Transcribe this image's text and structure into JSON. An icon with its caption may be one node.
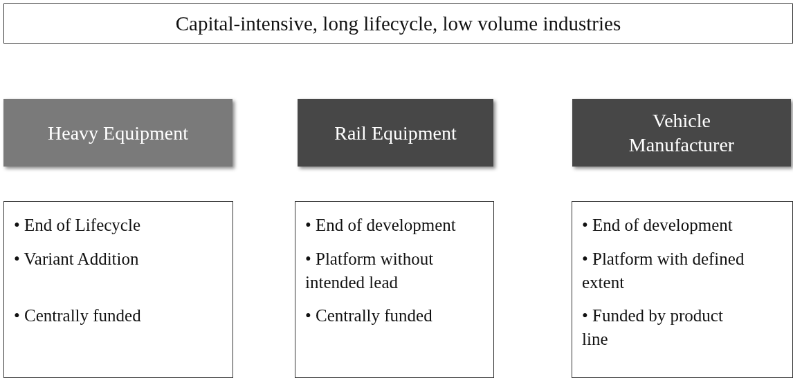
{
  "diagram": {
    "nodes": [
      {
        "text": [
          "Capital-intensive, long lifecycle, low volume industries"
        ]
      },
      {
        "text": [
          "Heavy Equipment"
        ]
      },
      {
        "text": [
          "Rail Equipment"
        ]
      },
      {
        "text": [
          "Vehicle Manufacturer"
        ]
      },
      {
        "text": [
          "• End of Lifecycle",
          "• Variant Addition",
          "• Centrally funded"
        ]
      },
      {
        "text": [
          "• End of development",
          "• Platform without intended lead",
          "• Centrally funded"
        ]
      },
      {
        "text": [
          "• End of development",
          "• Platform with defined extent",
          "• Funded by product line"
        ]
      }
    ]
  }
}
